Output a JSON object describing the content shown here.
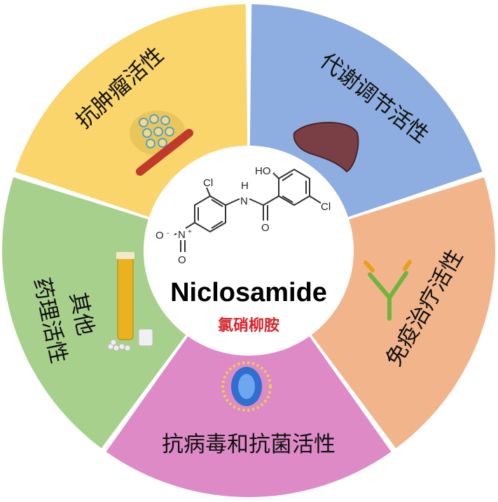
{
  "center": {
    "name_en": "Niclosamide",
    "name_cn": "氯硝柳胺",
    "atoms": {
      "cl1": "Cl",
      "cl2": "Cl",
      "nh": "N",
      "h": "H",
      "ho": "HO",
      "o": "O",
      "n": "N",
      "o_minus": "O",
      "o2": "O",
      "plus": "+",
      "minus": "-"
    }
  },
  "sectors": [
    {
      "label": "抗肿瘤活性",
      "color": "#F9D56B",
      "icon": "tumor-cells-icon"
    },
    {
      "label": "代谢调节活性",
      "color": "#8EADE0",
      "icon": "liver-icon"
    },
    {
      "label": "免疫治疗活性",
      "color": "#F2B48B",
      "icon": "antibody-icon"
    },
    {
      "label": "抗病毒和抗菌活性",
      "color": "#DE8AC7",
      "icon": "virus-icon"
    },
    {
      "label_lines": [
        "其他",
        "药理活性"
      ],
      "color": "#A8D08D",
      "icon": "medicine-vial-icon"
    }
  ],
  "colors": {
    "name_cn": "#D8232A",
    "name_en": "#000000"
  }
}
